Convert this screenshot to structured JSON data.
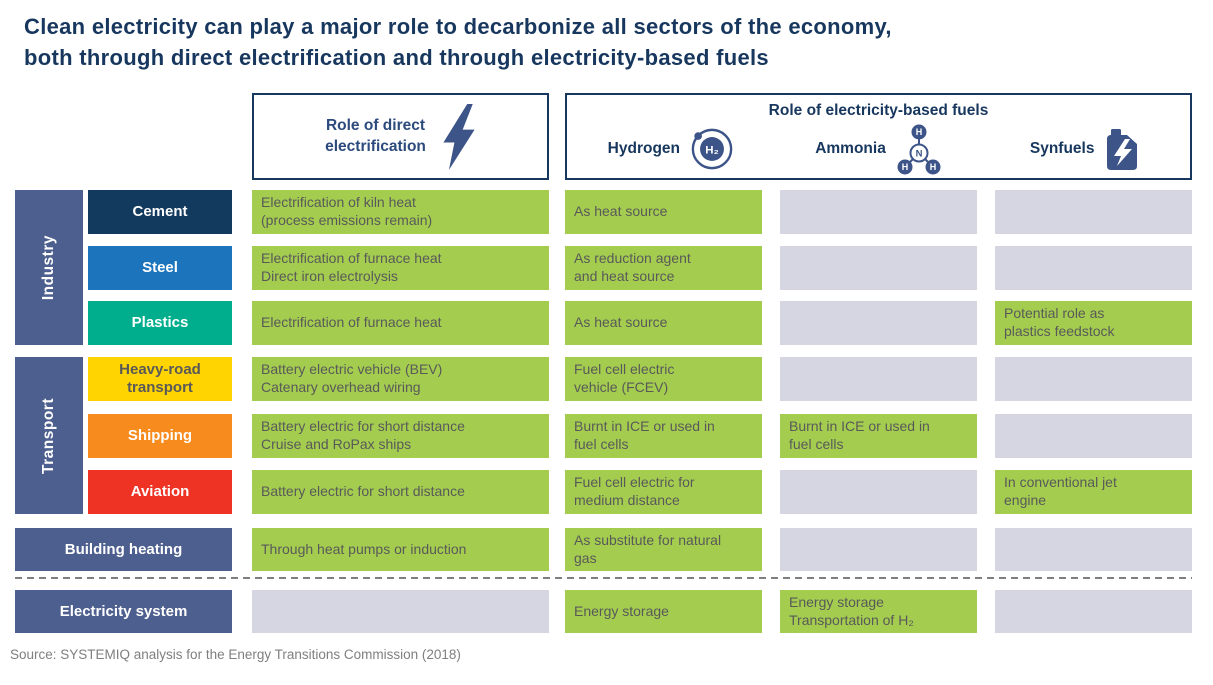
{
  "title": "Clean electricity can play a major role to decarbonize all sectors of the economy,\nboth through direct electrification and through electricity-based fuels",
  "header": {
    "direct": {
      "label": "Role of direct\nelectrification",
      "icon": "lightning-bolt-icon"
    },
    "fuels": {
      "label": "Role of electricity-based fuels",
      "columns": [
        {
          "label": "Hydrogen",
          "icon": "hydrogen-atom-icon"
        },
        {
          "label": "Ammonia",
          "icon": "ammonia-molecule-icon"
        },
        {
          "label": "Synfuels",
          "icon": "fuel-can-icon"
        }
      ]
    }
  },
  "groups": [
    {
      "label": "Industry"
    },
    {
      "label": "Transport"
    }
  ],
  "colors": {
    "title_text": "#17375e",
    "header_border": "#17375e",
    "slate_blue": "#4d5f8e",
    "icon_blue": "#3d5489",
    "green_cell": "#a4cd50",
    "gray_cell": "#d6d6e2",
    "cell_text": "#595959",
    "source_text": "#7f7f7f"
  },
  "rows": [
    {
      "sector": "Cement",
      "bg": "#12395e",
      "fg": "#ffffff",
      "cells": [
        {
          "text": "Electrification of kiln heat\n(process emissions remain)",
          "bg": "#a4cd50"
        },
        {
          "text": "As heat source",
          "bg": "#a4cd50"
        },
        {
          "text": "",
          "bg": "#d6d6e2"
        },
        {
          "text": "",
          "bg": "#d6d6e2"
        }
      ]
    },
    {
      "sector": "Steel",
      "bg": "#1c75bc",
      "fg": "#ffffff",
      "cells": [
        {
          "text": "Electrification of furnace heat\nDirect iron electrolysis",
          "bg": "#a4cd50"
        },
        {
          "text": "As reduction agent\nand heat source",
          "bg": "#a4cd50"
        },
        {
          "text": "",
          "bg": "#d6d6e2"
        },
        {
          "text": "",
          "bg": "#d6d6e2"
        }
      ]
    },
    {
      "sector": "Plastics",
      "bg": "#00ae8e",
      "fg": "#ffffff",
      "cells": [
        {
          "text": "Electrification of furnace heat",
          "bg": "#a4cd50"
        },
        {
          "text": "As heat source",
          "bg": "#a4cd50"
        },
        {
          "text": "",
          "bg": "#d6d6e2"
        },
        {
          "text": "Potential role as\nplastics feedstock",
          "bg": "#a4cd50"
        }
      ]
    },
    {
      "sector": "Heavy-road\ntransport",
      "bg": "#ffd401",
      "fg": "#595959",
      "cells": [
        {
          "text": "Battery electric vehicle (BEV)\nCatenary overhead wiring",
          "bg": "#a4cd50"
        },
        {
          "text": "Fuel cell electric\nvehicle (FCEV)",
          "bg": "#a4cd50"
        },
        {
          "text": "",
          "bg": "#d6d6e2"
        },
        {
          "text": "",
          "bg": "#d6d6e2"
        }
      ]
    },
    {
      "sector": "Shipping",
      "bg": "#f78b1e",
      "fg": "#ffffff",
      "cells": [
        {
          "text": "Battery electric for short distance\nCruise and RoPax ships",
          "bg": "#a4cd50"
        },
        {
          "text": "Burnt in ICE or used in\nfuel cells",
          "bg": "#a4cd50"
        },
        {
          "text": "Burnt in ICE or used in\nfuel cells",
          "bg": "#a4cd50"
        },
        {
          "text": "",
          "bg": "#d6d6e2"
        }
      ]
    },
    {
      "sector": "Aviation",
      "bg": "#ee3224",
      "fg": "#ffffff",
      "cells": [
        {
          "text": "Battery electric for short distance",
          "bg": "#a4cd50"
        },
        {
          "text": "Fuel cell electric for\nmedium distance",
          "bg": "#a4cd50"
        },
        {
          "text": "",
          "bg": "#d6d6e2"
        },
        {
          "text": "In conventional jet\nengine",
          "bg": "#a4cd50"
        }
      ]
    },
    {
      "sector": "Building heating",
      "bg": "#4d5f8e",
      "fg": "#ffffff",
      "cells": [
        {
          "text": "Through heat pumps or induction",
          "bg": "#a4cd50"
        },
        {
          "text": "As substitute for natural\ngas",
          "bg": "#a4cd50"
        },
        {
          "text": "",
          "bg": "#d6d6e2"
        },
        {
          "text": "",
          "bg": "#d6d6e2"
        }
      ]
    },
    {
      "sector": "Electricity system",
      "bg": "#4d5f8e",
      "fg": "#ffffff",
      "cells": [
        {
          "text": "",
          "bg": "#d6d6e2"
        },
        {
          "text": "Energy storage",
          "bg": "#a4cd50"
        },
        {
          "text": "Energy storage\nTransportation of H₂",
          "bg": "#a4cd50"
        },
        {
          "text": "",
          "bg": "#d6d6e2"
        }
      ]
    }
  ],
  "source": "Source: SYSTEMIQ analysis for the Energy Transitions Commission (2018)"
}
